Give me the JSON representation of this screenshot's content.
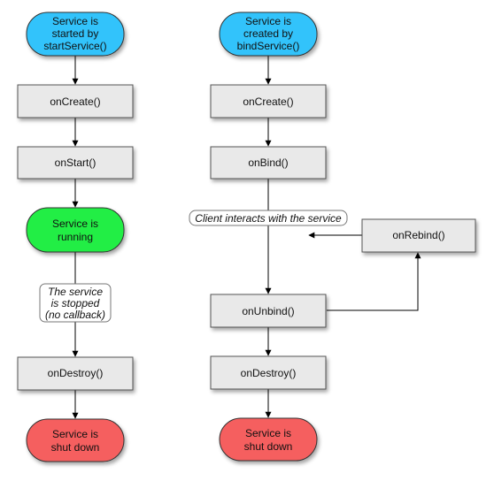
{
  "left_flow": {
    "start": {
      "label": [
        "Service is",
        "started by",
        "startService()"
      ],
      "color": "#33c3fb"
    },
    "on_create": {
      "label": [
        "onCreate()"
      ]
    },
    "on_start": {
      "label": [
        "onStart()"
      ]
    },
    "running": {
      "label": [
        "Service is",
        "running"
      ],
      "color": "#22ee44"
    },
    "stopped_note": {
      "label": [
        "The service",
        "is stopped",
        "(no callback)"
      ]
    },
    "on_destroy": {
      "label": [
        "onDestroy()"
      ]
    },
    "shut_down": {
      "label": [
        "Service is",
        "shut down"
      ],
      "color": "#f55f5f"
    }
  },
  "right_flow": {
    "start": {
      "label": [
        "Service is",
        "created by",
        "bindService()"
      ],
      "color": "#33c3fb"
    },
    "on_create": {
      "label": [
        "onCreate()"
      ]
    },
    "on_bind": {
      "label": [
        "onBind()"
      ]
    },
    "interact_note": {
      "label": [
        "Client interacts with the service"
      ]
    },
    "on_rebind": {
      "label": [
        "onRebind()"
      ]
    },
    "on_unbind": {
      "label": [
        "onUnbind()"
      ]
    },
    "on_destroy": {
      "label": [
        "onDestroy()"
      ]
    },
    "shut_down": {
      "label": [
        "Service is",
        "shut down"
      ],
      "color": "#f55f5f"
    }
  },
  "colors": {
    "callback_box": "#e9e9e9",
    "callback_border": "#555555",
    "note_bg": "#ffffff",
    "edge": "#000000"
  }
}
